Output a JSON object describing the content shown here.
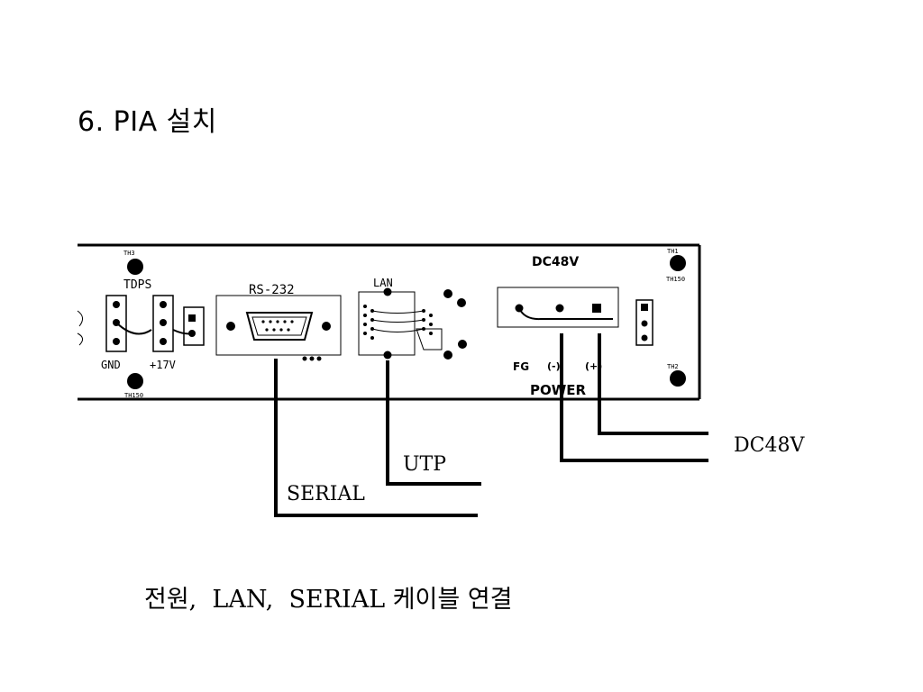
{
  "title": "6. PIA 설치",
  "caption": "전원,  LAN,  SERIAL 케이블 연결",
  "panel": {
    "labels": {
      "th_top_left": "TH3",
      "th_top_right": "TH1",
      "th_bottom_right": "TH2",
      "th_bottom_left": "TH150",
      "th_right_small": "TH150",
      "tdps": "TDPS",
      "gnd": "GND",
      "v17": "+17V",
      "rs232": "RS-232",
      "lan": "LAN",
      "dc48v_panel": "DC48V",
      "fg": "FG",
      "minus": "(-)",
      "plus": "(+)",
      "power": "POWER"
    }
  },
  "cables": {
    "serial": "SERIAL",
    "utp": "UTP",
    "dc48v": "DC48V"
  },
  "colors": {
    "ink": "#000000",
    "background": "#ffffff"
  }
}
